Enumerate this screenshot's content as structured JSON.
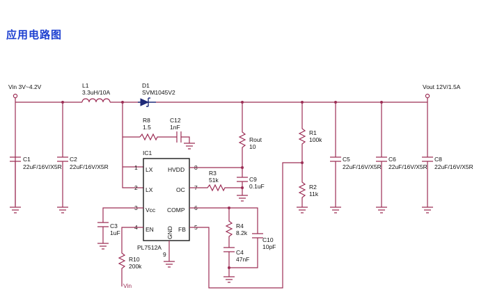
{
  "heading": "应用电路图",
  "nets": {
    "vin": "Vin 3V~4.2V",
    "vout": "Vout 12V/1.5A",
    "vin_small": "Vin"
  },
  "ic": {
    "ref": "IC1",
    "part": "PL7512A",
    "pins_left": [
      {
        "num": "1",
        "name": "LX"
      },
      {
        "num": "2",
        "name": "LX"
      },
      {
        "num": "3",
        "name": "Vcc"
      },
      {
        "num": "4",
        "name": "EN"
      }
    ],
    "pins_right": [
      {
        "num": "8",
        "name": "HVDD"
      },
      {
        "num": "7",
        "name": "OC"
      },
      {
        "num": "6",
        "name": "COMP"
      },
      {
        "num": "5",
        "name": "FB"
      }
    ],
    "pin_bottom": {
      "num": "9",
      "name": "GND"
    }
  },
  "components": {
    "L1": {
      "ref": "L1",
      "value": "3.3uH/10A"
    },
    "D1": {
      "ref": "D1",
      "value": "SVM1045V2"
    },
    "C1": {
      "ref": "C1",
      "value": "22uF/16V/X5R"
    },
    "C2": {
      "ref": "C2",
      "value": "22uF/16V/X5R"
    },
    "R8": {
      "ref": "R8",
      "value": "1.5"
    },
    "C12": {
      "ref": "C12",
      "value": "1nF"
    },
    "Rout": {
      "ref": "Rout",
      "value": "10"
    },
    "R3": {
      "ref": "R3",
      "value": "51k"
    },
    "C9": {
      "ref": "C9",
      "value": "0.1uF"
    },
    "R1": {
      "ref": "R1",
      "value": "100k"
    },
    "R2": {
      "ref": "R2",
      "value": "11k"
    },
    "C5": {
      "ref": "C5",
      "value": "22uF/16V/X5R"
    },
    "C6": {
      "ref": "C6",
      "value": "22uF/16V/X5R"
    },
    "C8": {
      "ref": "C8",
      "value": "22uF/16V/X5R"
    },
    "C3": {
      "ref": "C3",
      "value": "1uF"
    },
    "R4": {
      "ref": "R4",
      "value": "8.2k"
    },
    "C4": {
      "ref": "C4",
      "value": "47nF"
    },
    "C10": {
      "ref": "C10",
      "value": "10pF"
    },
    "R10": {
      "ref": "R10",
      "value": "200k"
    }
  }
}
